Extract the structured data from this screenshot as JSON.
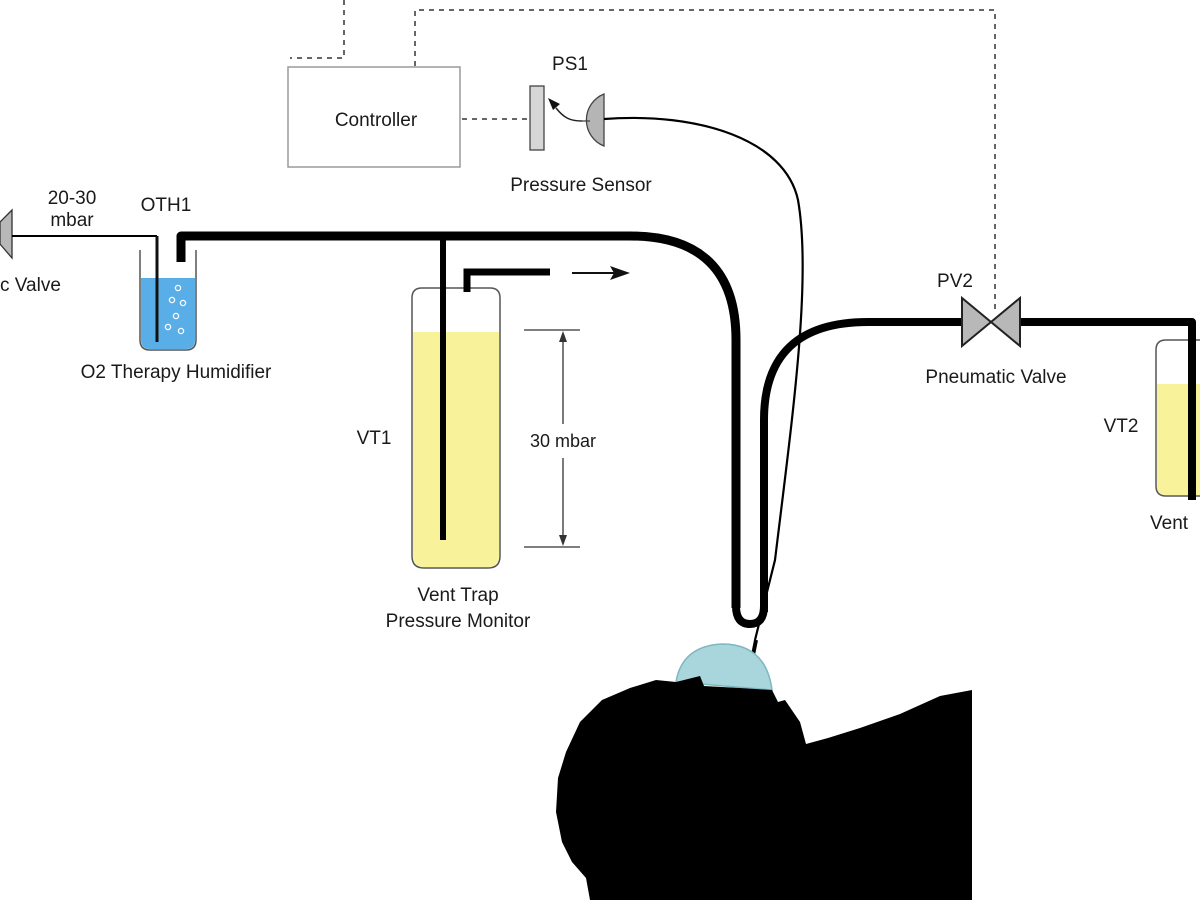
{
  "labels": {
    "controller": "Controller",
    "ps1": "PS1",
    "pressure_sensor": "Pressure Sensor",
    "pressure_range_top": "20-30",
    "pressure_range_unit": "mbar",
    "oth1": "OTH1",
    "left_valve_fragment": "c Valve",
    "humidifier": "O2 Therapy Humidifier",
    "vt1": "VT1",
    "level_30": "30 mbar",
    "vent_trap_line1": "Vent Trap",
    "vent_trap_line2": "Pressure Monitor",
    "pv2": "PV2",
    "pneumatic_valve": "Pneumatic Valve",
    "vt2": "VT2",
    "vent_fragment": "Vent"
  },
  "colors": {
    "line": "#000000",
    "water": "#5aaee8",
    "liquid_yellow": "#f8f39a",
    "box_border": "#9a9a9a",
    "valve_fill": "#b8b8b8",
    "cap_fill": "#a9d6dc"
  }
}
